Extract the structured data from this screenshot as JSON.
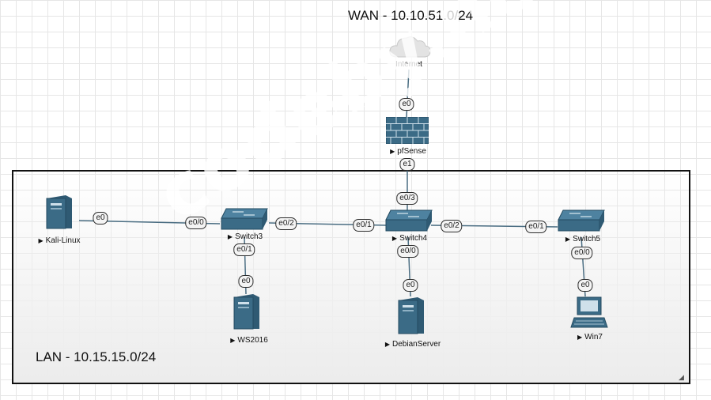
{
  "networks": {
    "wan_label": "WAN - 10.10.51.0/24",
    "lan_label": "LAN - 10.15.15.0/24"
  },
  "nodes": {
    "internet": "Internet",
    "pfsense": "pfSense",
    "kali": "Kali-Linux",
    "switch3": "Switch3",
    "switch4": "Switch4",
    "switch5": "Switch5",
    "ws2016": "WS2016",
    "debian": "DebianServer",
    "win7": "Win7"
  },
  "ports": {
    "pfsense_e0": "e0",
    "pfsense_e1": "e1",
    "switch4_e0_3": "e0/3",
    "kali_e0": "e0",
    "switch3_e0_0": "e0/0",
    "switch3_e0_2": "e0/2",
    "switch3_e0_1": "e0/1",
    "ws2016_e0": "e0",
    "switch4_e0_1": "e0/1",
    "switch4_e0_2": "e0/2",
    "switch4_e0_0": "e0/0",
    "debian_e0": "e0",
    "switch5_e0_1": "e0/1",
    "switch5_e0_0": "e0/0",
    "win7_e0": "e0"
  },
  "watermark": "codeby.net",
  "colors": {
    "device_fill": "#3b6b86",
    "device_dark": "#234a60",
    "wire": "#4a6d82",
    "cloud": "#e3e3e3"
  }
}
